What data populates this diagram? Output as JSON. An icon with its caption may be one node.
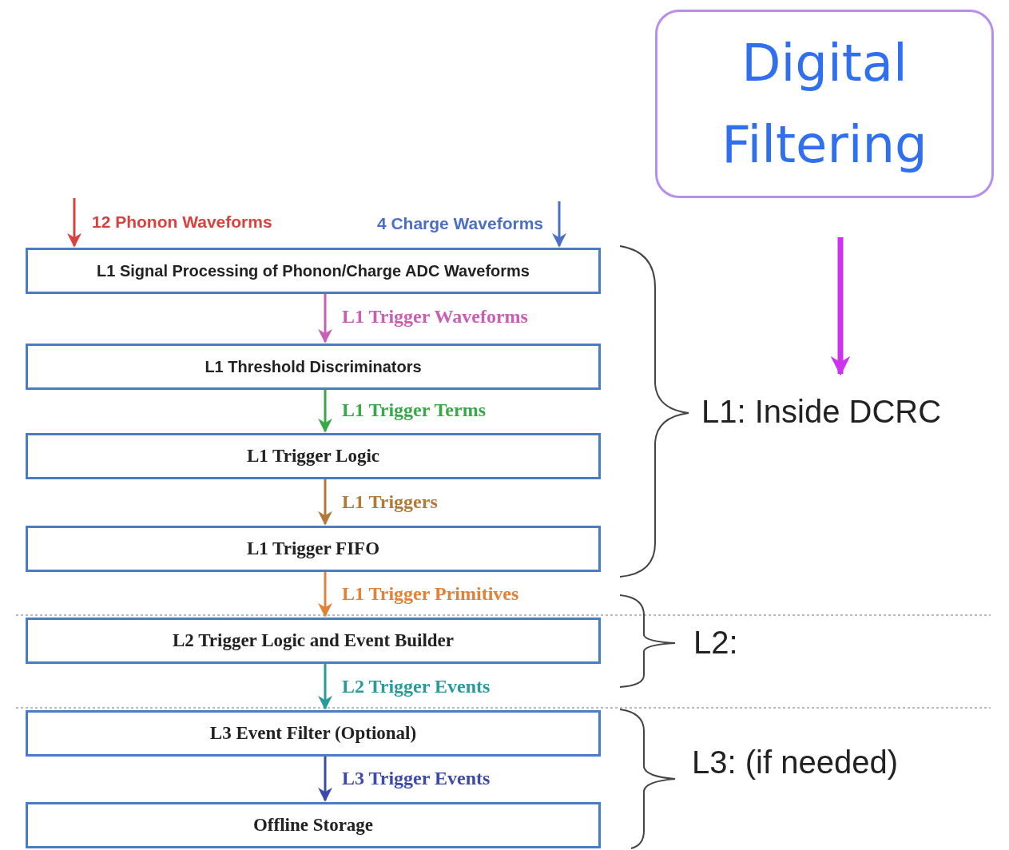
{
  "diagram": {
    "nodes": [
      {
        "text": [
          "Digital Filtering"
        ]
      },
      {
        "text": [
          "L1 Signal Processing of Phonon/Charge ADC Waveforms"
        ]
      },
      {
        "text": [
          "L1 Threshold Discriminators"
        ]
      },
      {
        "text": [
          "L1 Trigger Logic"
        ]
      },
      {
        "text": [
          "L1 Trigger FIFO"
        ]
      },
      {
        "text": [
          "L2 Trigger Logic and Event Builder"
        ]
      },
      {
        "text": [
          "L3 Event Filter (Optional)"
        ]
      },
      {
        "text": [
          "Offline Storage"
        ]
      }
    ],
    "edges": [
      {
        "from": 0,
        "to": null,
        "arrow": "to",
        "style": "thick",
        "color": "#cc33ee"
      },
      {
        "from": null,
        "to": 1,
        "arrow": "to",
        "label": "12 Phonon Waveforms",
        "color": "#d9413f"
      },
      {
        "from": null,
        "to": 1,
        "arrow": "to",
        "label": "4 Charge Waveforms",
        "color": "#4a6fc4"
      },
      {
        "from": 1,
        "to": 2,
        "arrow": "to",
        "label": "L1 Trigger Waveforms",
        "color": "#c760b5"
      },
      {
        "from": 2,
        "to": 3,
        "arrow": "to",
        "label": "L1 Trigger Terms",
        "color": "#3aa84a"
      },
      {
        "from": 3,
        "to": 4,
        "arrow": "to",
        "label": "L1 Triggers",
        "color": "#b07a3a"
      },
      {
        "from": 4,
        "to": 5,
        "arrow": "to",
        "label": "L1 Trigger Primitives",
        "color": "#e0823a"
      },
      {
        "from": 5,
        "to": 6,
        "arrow": "to",
        "label": "L2 Trigger Events",
        "color": "#2a9a9a"
      },
      {
        "from": 6,
        "to": 7,
        "arrow": "to",
        "label": "L3 Trigger Events",
        "color": "#3e4aa8"
      }
    ],
    "labels": [
      "L1: Inside DCRC",
      "L2:",
      "L3: (if needed)"
    ]
  }
}
